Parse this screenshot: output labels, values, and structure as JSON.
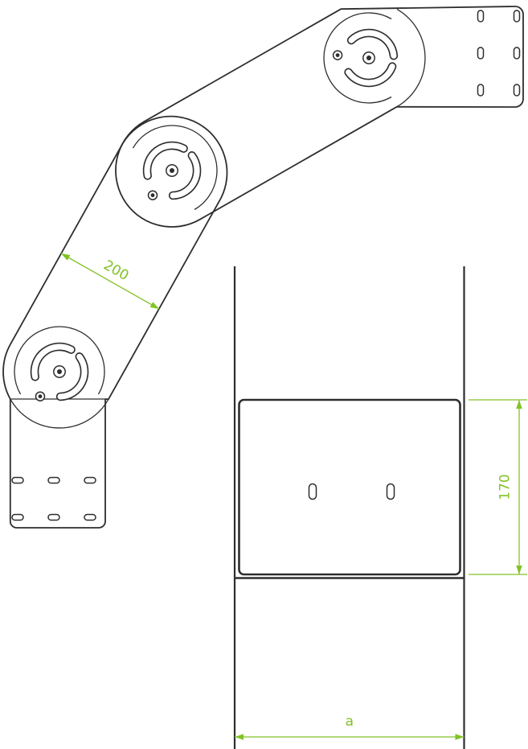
{
  "dimensions": {
    "arm_width": "200",
    "section_height": "170",
    "section_width": "a"
  },
  "colors": {
    "outline": "#2e2e2e",
    "dimension": "#82c226",
    "background": "#ffffff"
  }
}
